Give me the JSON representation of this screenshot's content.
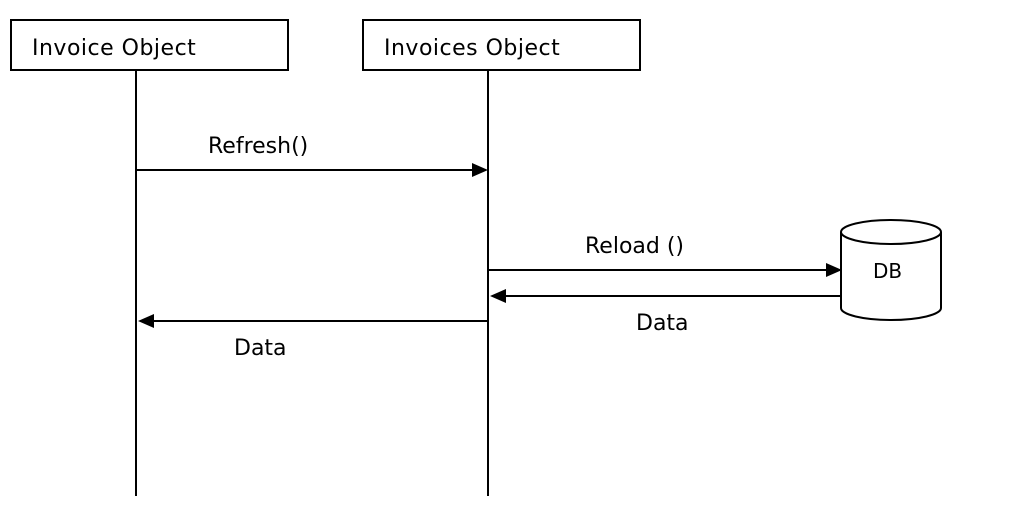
{
  "participants": {
    "invoice": "Invoice Object",
    "invoices": "Invoices Object",
    "db": "DB"
  },
  "messages": {
    "refresh": "Refresh()",
    "reload": "Reload ()",
    "data_from_db": "Data",
    "data_to_invoice": "Data"
  },
  "colors": {
    "background": "#ffffff",
    "stroke": "#000000"
  }
}
